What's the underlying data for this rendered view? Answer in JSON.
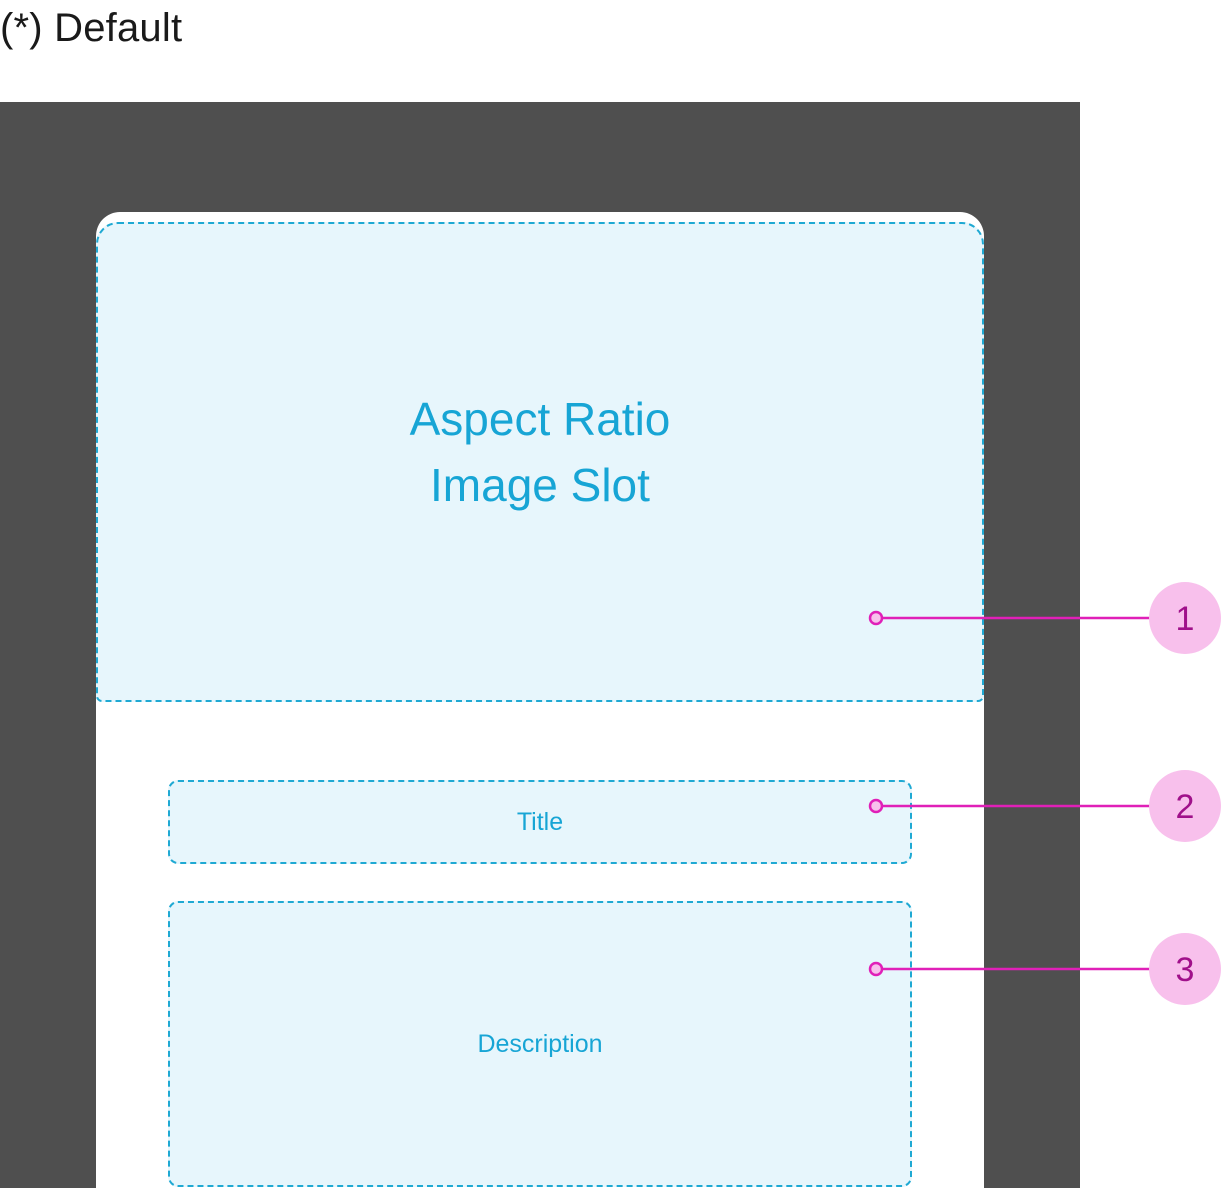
{
  "heading": "(*) Default",
  "slots": {
    "image": {
      "line1": "Aspect Ratio",
      "line2": "Image Slot"
    },
    "title": "Title",
    "description": "Description"
  },
  "callouts": [
    {
      "number": "1",
      "target": "image-slot"
    },
    {
      "number": "2",
      "target": "title-slot"
    },
    {
      "number": "3",
      "target": "description-slot"
    }
  ],
  "colors": {
    "frame": "#4f4f4f",
    "slot_fill": "#e7f6fc",
    "slot_border": "#1fa9d3",
    "slot_text": "#17a5d5",
    "callout_line": "#e020b8",
    "badge_fill": "#f8c0ec",
    "badge_text": "#a0108a"
  }
}
